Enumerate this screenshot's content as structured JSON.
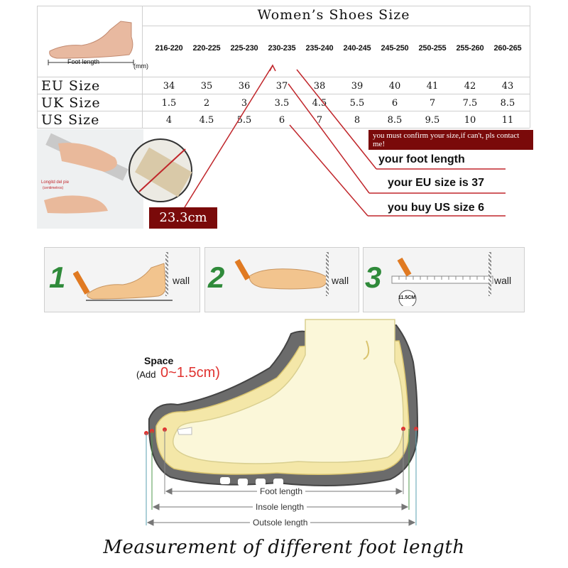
{
  "table": {
    "title": "Women’s Shoes Size",
    "foot_length_label": "Foot length",
    "unit_label": "(mm)",
    "ranges": [
      "216-220",
      "220-225",
      "225-230",
      "230-235",
      "235-240",
      "240-245",
      "245-250",
      "250-255",
      "255-260",
      "260-265"
    ],
    "rows": [
      {
        "label": "EU Size",
        "values": [
          "34",
          "35",
          "36",
          "37",
          "38",
          "39",
          "40",
          "41",
          "42",
          "43"
        ]
      },
      {
        "label": "UK Size",
        "values": [
          "1.5",
          "2",
          "3",
          "3.5",
          "4.5",
          "5.5",
          "6",
          "7",
          "7.5",
          "8.5"
        ]
      },
      {
        "label": "US Size",
        "values": [
          "4",
          "4.5",
          "5.5",
          "6",
          "7",
          "8",
          "8.5",
          "9.5",
          "10",
          "11"
        ]
      }
    ]
  },
  "ruler": {
    "caption": "Longitd del pie",
    "caption2": "(centimetros)",
    "measurement": "23.3cm"
  },
  "notice": "you must confirm your size,if can't, pls contact me!",
  "callouts": {
    "foot_length": "your foot length",
    "eu_size": "your EU size is 37",
    "us_size": "you buy US size 6"
  },
  "steps": [
    {
      "number": "1",
      "wall": "wall"
    },
    {
      "number": "2",
      "wall": "wall"
    },
    {
      "number": "3",
      "wall": "wall",
      "badge": "11.5CM"
    }
  ],
  "diagram": {
    "space_title": "Space",
    "space_add": "(Add",
    "space_range": "0~1.5cm)",
    "foot_length": "Foot length",
    "insole_length": "Insole length",
    "outsole_length": "Outsole length"
  },
  "caption": "Measurement of different foot length",
  "colors": {
    "accent_red": "#c0262b",
    "notice_bg": "#7a0a0a",
    "step_green": "#2f8a3a",
    "foot_fill": "#f6f0c6"
  }
}
